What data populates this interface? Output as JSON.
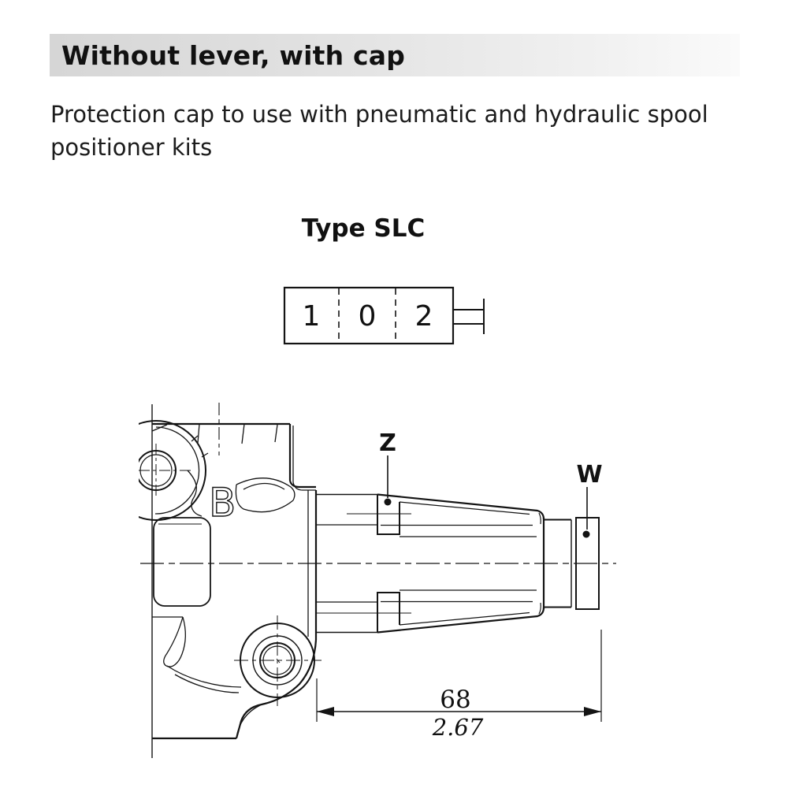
{
  "header": {
    "title": "Without lever, with cap"
  },
  "description": {
    "line1": "Protection cap to use with pneumatic and hydraulic spool",
    "line2": "positioner kits"
  },
  "schematic": {
    "title": "Type SLC",
    "cells": [
      "1",
      "0",
      "2"
    ]
  },
  "drawing": {
    "port_label": "B",
    "z_label": "Z",
    "w_label": "W",
    "dimension_mm": "68",
    "dimension_in": "2.67"
  },
  "colors": {
    "line": "#141414",
    "text": "#1a1a1a",
    "header_bg_left": "#d6d6d6",
    "header_bg_right": "#fafafa"
  }
}
